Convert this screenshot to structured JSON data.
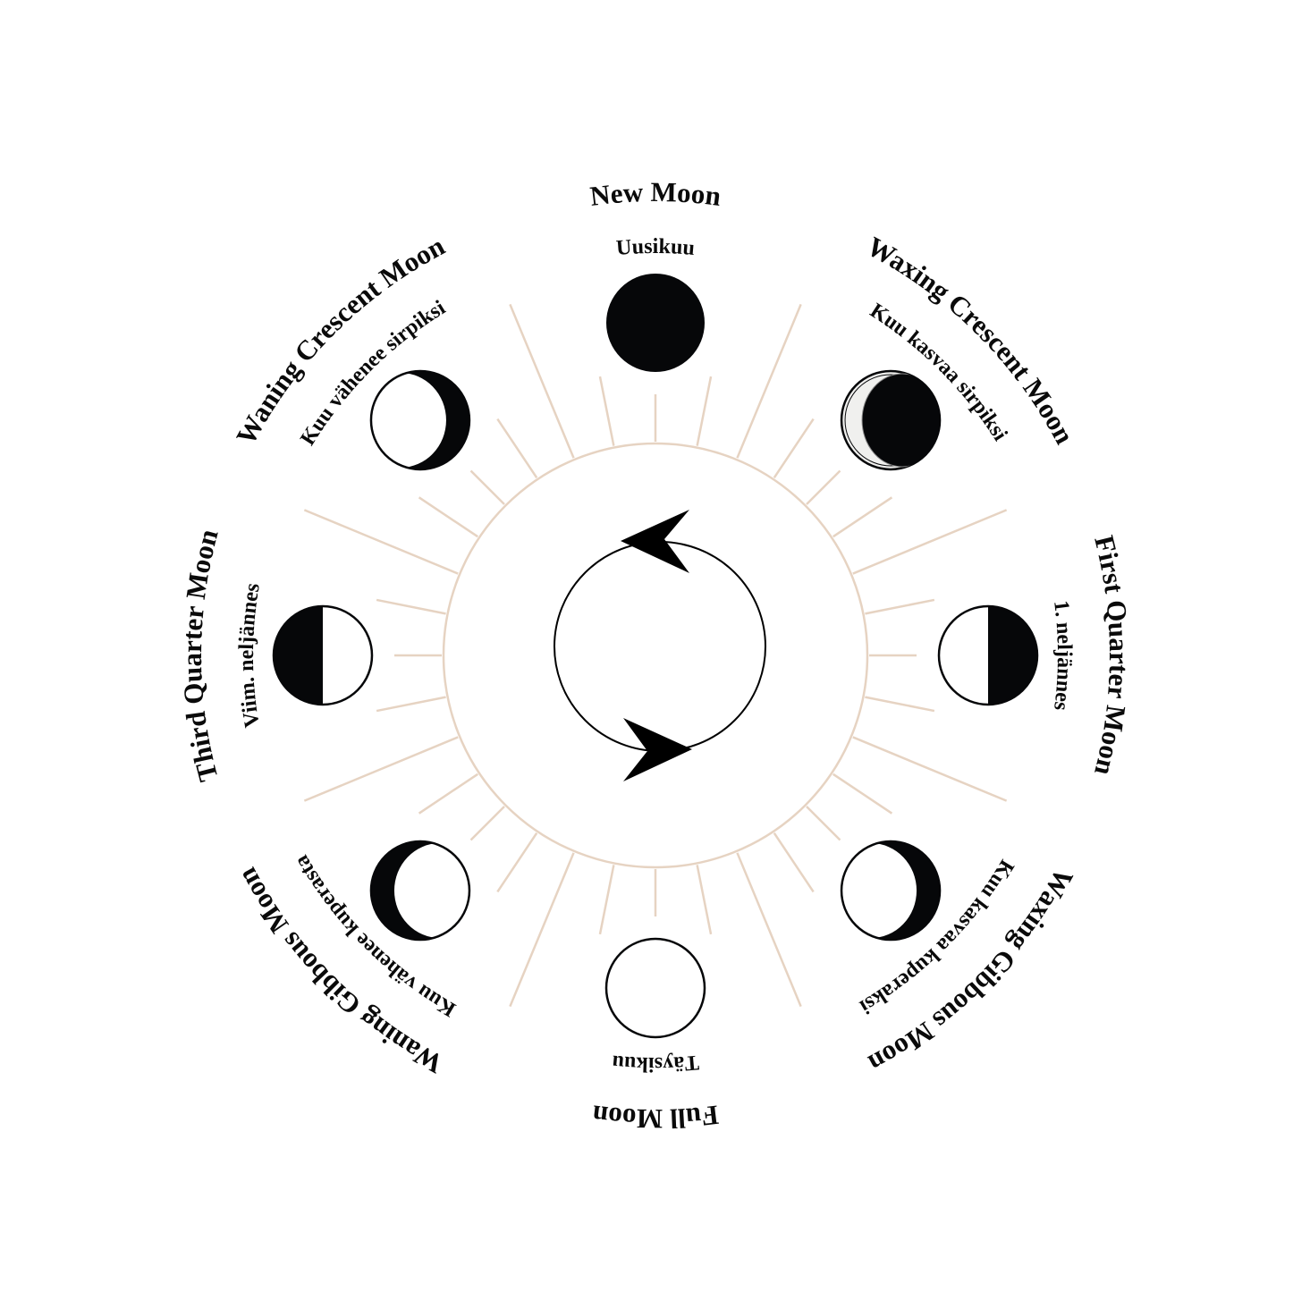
{
  "title": "Moon phases",
  "colors": {
    "ray": "#e6d3c2",
    "ink": "#060709",
    "light": "#ffffff",
    "pale": "#f0f0ee"
  },
  "phases": [
    {
      "angle": 0,
      "name": "New Moon",
      "name_fi": "Uusikuu",
      "kind": "new"
    },
    {
      "angle": 45,
      "name": "Waxing Crescent Moon",
      "name_fi": "Kuu kasvaa sirpiksi",
      "kind": "waxing-crescent"
    },
    {
      "angle": 90,
      "name": "First Quarter Moon",
      "name_fi": "1. neljännes",
      "kind": "first-quarter"
    },
    {
      "angle": 135,
      "name": "Waxing Gibbous Moon",
      "name_fi": "Kuu kasvaa kuperaksi",
      "kind": "gibbous-right-dark"
    },
    {
      "angle": 180,
      "name": "Full Moon",
      "name_fi": "Täysikuu",
      "kind": "full"
    },
    {
      "angle": 225,
      "name": "Waning Gibbous Moon",
      "name_fi": "Kuu vähenee kuperasta",
      "kind": "gibbous-left-dark"
    },
    {
      "angle": 270,
      "name": "Third Quarter Moon",
      "name_fi": "Viim. neljännes",
      "kind": "third-quarter"
    },
    {
      "angle": 315,
      "name": "Waning Crescent Moon",
      "name_fi": "Kuu vähenee sirpiksi",
      "kind": "gibbous-right-dark"
    }
  ]
}
